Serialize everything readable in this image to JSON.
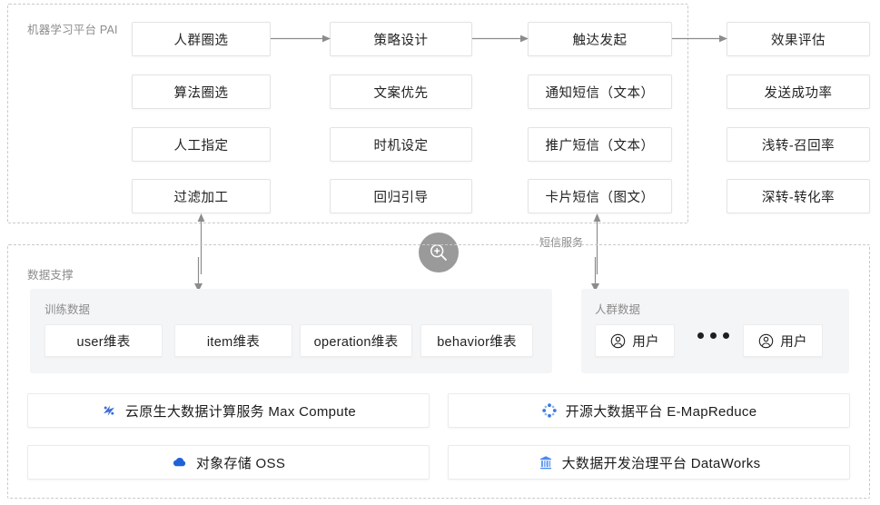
{
  "sections": {
    "pai": {
      "label": "机器学习平台 PAI"
    },
    "data_support": {
      "label": "数据支撑"
    }
  },
  "flow": {
    "columns": [
      {
        "name": "audience-selection",
        "items": [
          "人群圈选",
          "算法圈选",
          "人工指定",
          "过滤加工"
        ]
      },
      {
        "name": "strategy-design",
        "items": [
          "策略设计",
          "文案优先",
          "时机设定",
          "回归引导"
        ]
      },
      {
        "name": "reach-launch",
        "items": [
          "触达发起",
          "通知短信（文本）",
          "推广短信（文本）",
          "卡片短信（图文）"
        ]
      },
      {
        "name": "effect-evaluation",
        "items": [
          "效果评估",
          "发送成功率",
          "浅转-召回率",
          "深转-转化率"
        ]
      }
    ],
    "edge_label_sms": "短信服务"
  },
  "panels": {
    "training_data": {
      "label": "训练数据",
      "chips": [
        "user维表",
        "item维表",
        "operation维表",
        "behavior维表"
      ]
    },
    "crowd_data": {
      "label": "人群数据",
      "chips": [
        "用户",
        "用户"
      ],
      "ellipsis": "•••",
      "chip_icon": "user-circle-icon"
    }
  },
  "services": [
    {
      "name": "max-compute",
      "icon": "maxcompute-icon",
      "label": "云原生大数据计算服务 Max Compute",
      "color": "#3f6fd6"
    },
    {
      "name": "e-mapreduce",
      "icon": "emapreduce-icon",
      "label": "开源大数据平台 E-MapReduce",
      "color": "#3a7ae0"
    },
    {
      "name": "oss",
      "icon": "oss-cloud-icon",
      "label": "对象存储 OSS",
      "color": "#1f62d8"
    },
    {
      "name": "dataworks",
      "icon": "dataworks-icon",
      "label": "大数据开发治理平台 DataWorks",
      "color": "#4a8bf0"
    }
  ],
  "overlay": {
    "magnifier": {
      "icon": "zoom-in-icon",
      "background": "#9a9a9a"
    }
  },
  "colors": {
    "dashed_border": "#c9c9c9",
    "box_border": "#e3e3e3",
    "panel_bg": "#f4f5f7",
    "text": "#222222",
    "muted_text": "#8c8c8c",
    "arrow": "#8c8c8c"
  }
}
